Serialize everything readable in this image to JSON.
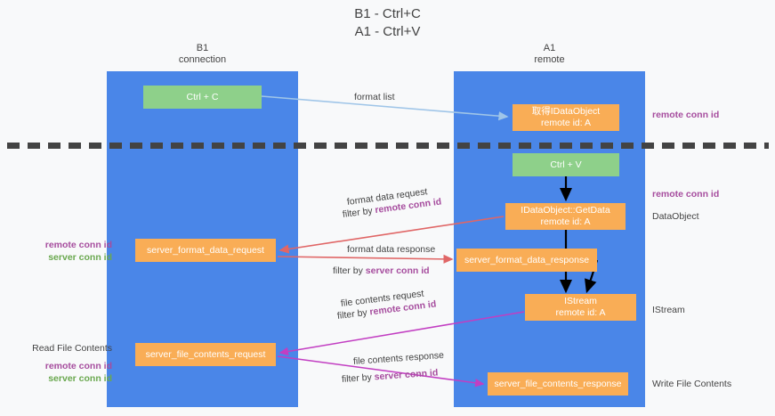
{
  "diagram": {
    "title_line1": "B1 - Ctrl+C",
    "title_line2": "A1 - Ctrl+V",
    "lanes": [
      {
        "name": "B1",
        "sub": "connection"
      },
      {
        "name": "A1",
        "sub": "remote"
      }
    ],
    "boxes": {
      "ctrl_c": {
        "label": "Ctrl + C",
        "color": "#8ed08a"
      },
      "idataobject": {
        "line1": "取得IDataObject",
        "line2": "remote id: A",
        "color": "#f9ad56"
      },
      "ctrl_v": {
        "label": "Ctrl + V",
        "color": "#8ed08a"
      },
      "getdata": {
        "line1": "IDataObject::GetData",
        "line2": "remote id: A",
        "color": "#f9ad56"
      },
      "server_format_data_request": {
        "label": "server_format_data_request",
        "color": "#f9ad56"
      },
      "server_format_data_response": {
        "label": "server_format_data_response",
        "color": "#f9ad56"
      },
      "istream": {
        "line1": "IStream",
        "line2": "remote id: A",
        "color": "#f9ad56"
      },
      "server_file_contents_request": {
        "label": "server_file_contents_request",
        "color": "#f9ad56"
      },
      "server_file_contents_response": {
        "label": "server_file_contents_response",
        "color": "#f9ad56"
      }
    },
    "arrow_labels": {
      "format_list": "format list",
      "format_data_request": "format data request",
      "format_data_request_filter_prefix": "filter by ",
      "format_data_request_filter_value": "remote conn id",
      "format_data_response": "format data response",
      "format_data_response_filter_prefix": "filter by ",
      "format_data_response_filter_value": "server conn id",
      "file_contents_request": "file contents request",
      "file_contents_request_filter_prefix": "filter by ",
      "file_contents_request_filter_value": "remote conn id",
      "file_contents_response": "file contents response",
      "file_contents_response_filter_prefix": "filter by ",
      "file_contents_response_filter_value": "server conn id"
    },
    "annotations": {
      "right_1": "remote conn id",
      "right_2": "remote conn id",
      "right_3": "DataObject",
      "right_4": "IStream",
      "right_5": "Write File Contents",
      "left_1_a": "remote conn id",
      "left_1_b": "server conn id",
      "left_2_title": "Read File Contents",
      "left_2_a": "remote conn id",
      "left_2_b": "server conn id"
    },
    "colors": {
      "lane": "#4a86e8",
      "green": "#8ed08a",
      "orange": "#f9ad56",
      "purple": "#a64d9e",
      "green_text": "#6aa84f",
      "red_arrow": "#e06666",
      "magenta_arrow": "#c23ec2",
      "blue_arrow": "#9fc5e8",
      "black": "#434343",
      "background": "#f8f9fa"
    }
  }
}
